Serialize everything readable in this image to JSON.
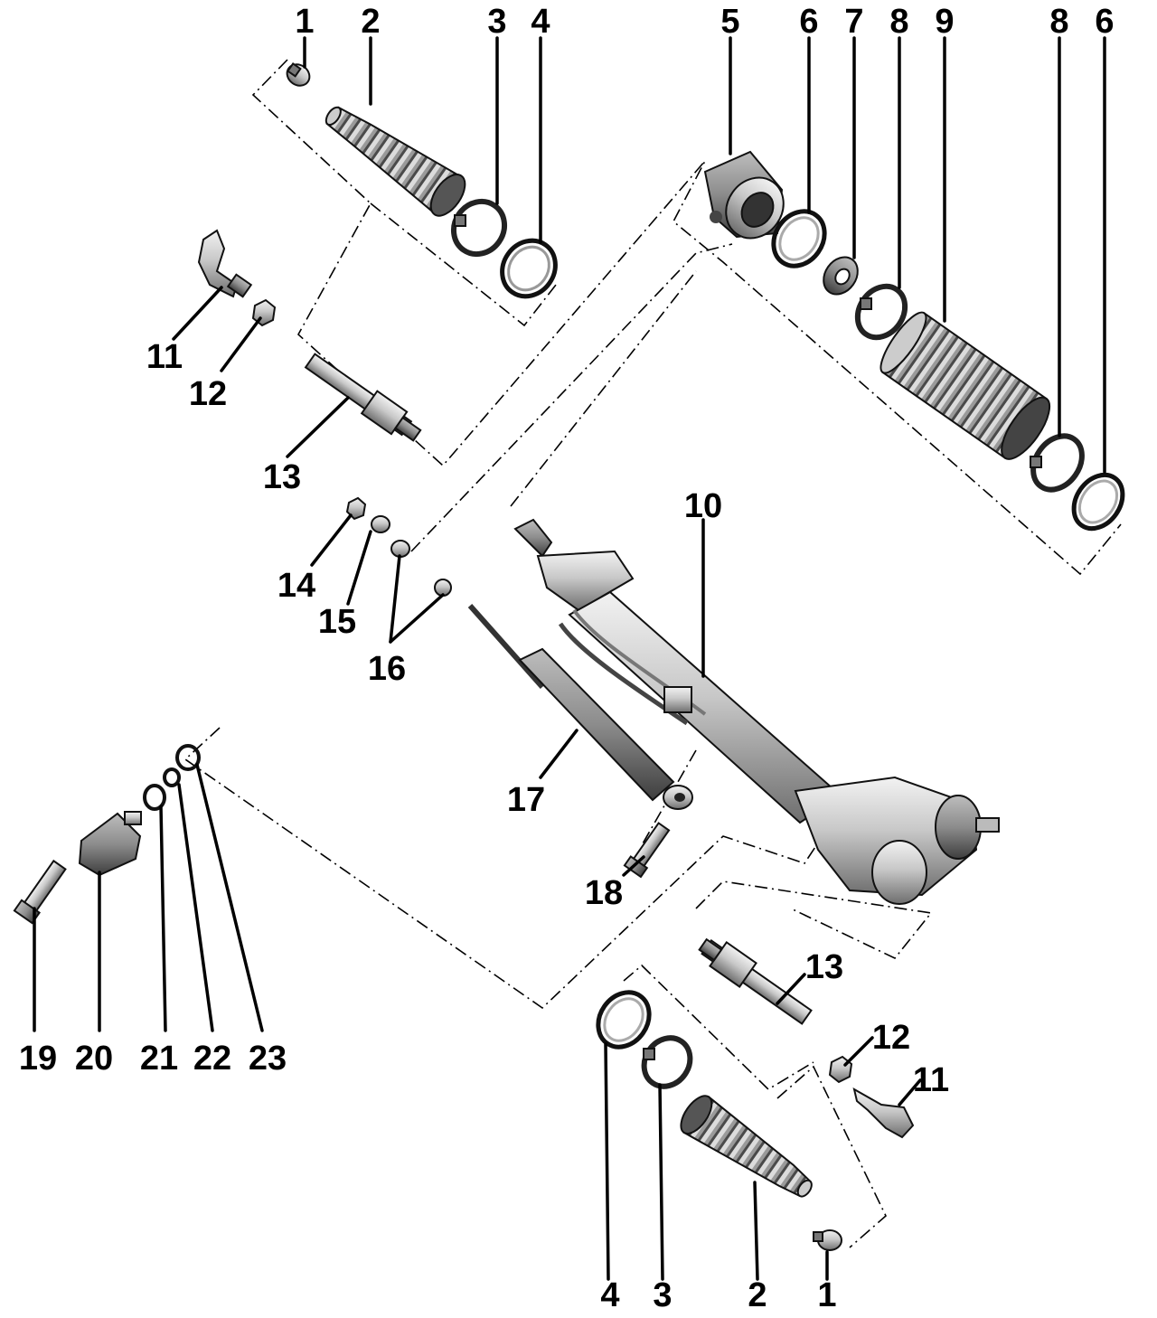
{
  "callouts": {
    "top_1": "1",
    "top_2": "2",
    "top_3": "3",
    "top_4": "4",
    "top_5": "5",
    "top_6a": "6",
    "top_7": "7",
    "top_8a": "8",
    "top_9": "9",
    "top_8b": "8",
    "top_6b": "6",
    "left_11": "11",
    "left_12": "12",
    "left_13": "13",
    "mid_14": "14",
    "mid_15": "15",
    "mid_16": "16",
    "mid_10": "10",
    "mid_17": "17",
    "mid_18": "18",
    "low_19": "19",
    "low_20": "20",
    "low_21": "21",
    "low_22": "22",
    "low_23": "23",
    "right_13": "13",
    "right_12": "12",
    "right_11": "11",
    "bot_4": "4",
    "bot_3": "3",
    "bot_2": "2",
    "bot_1": "1"
  },
  "colors": {
    "part_light": "#d9d9d9",
    "part_mid": "#a6a6a6",
    "part_dark": "#5a5a5a",
    "line": "#000000",
    "background": "#ffffff"
  }
}
